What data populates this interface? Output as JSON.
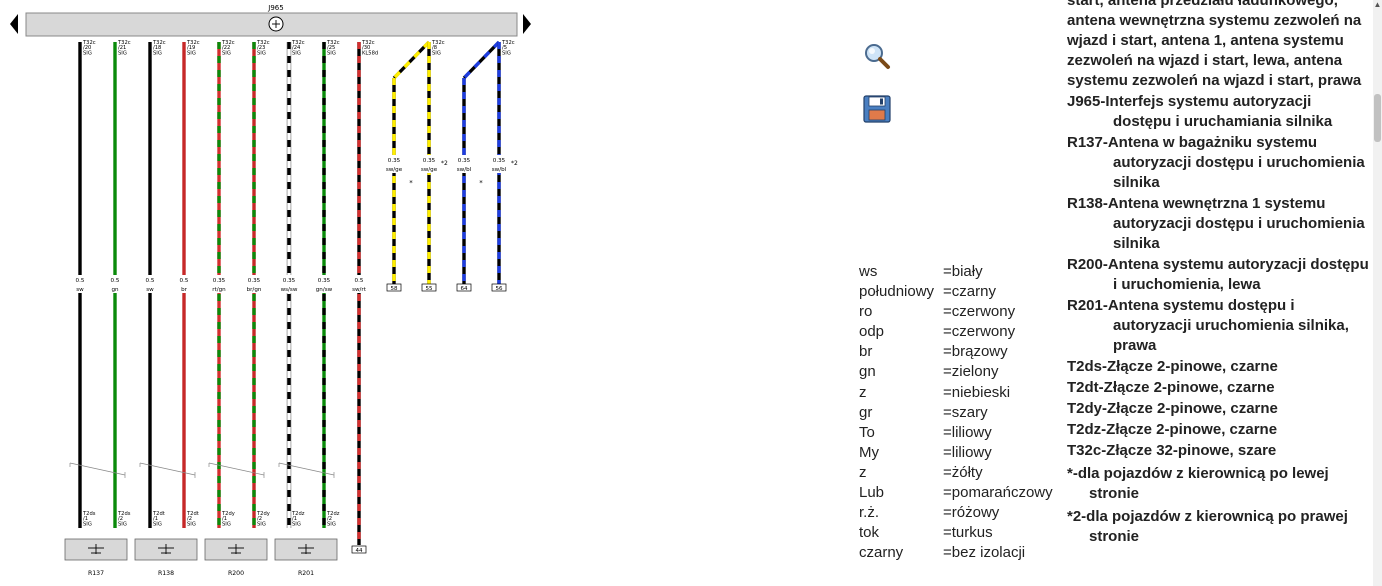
{
  "diagram": {
    "control_unit": {
      "code": "J965"
    },
    "wires": [
      {
        "pin": "T32c\n/20\nSIG",
        "section": "0.5",
        "color_code": "sw",
        "colors": [
          "#000000"
        ]
      },
      {
        "pin": "T32c\n/21\nSIG",
        "section": "0.5",
        "color_code": "gn",
        "colors": [
          "#0a8a0a"
        ]
      },
      {
        "pin": "T32c\n/18\nSIG",
        "section": "0.5",
        "color_code": "sw",
        "colors": [
          "#000000"
        ]
      },
      {
        "pin": "T32c\n/19\nSIG",
        "section": "0.5",
        "color_code": "br",
        "colors": [
          "#c62828"
        ]
      },
      {
        "pin": "T32c\n/22\nSIG",
        "section": "0.35",
        "color_code": "rt/gn",
        "colors": [
          "#d32f2f",
          "#0a8a0a"
        ]
      },
      {
        "pin": "T32c\n/23\nSIG",
        "section": "0.35",
        "color_code": "br/gn",
        "colors": [
          "#c62828",
          "#0a8a0a"
        ]
      },
      {
        "pin": "T32c\n/24\nSIG",
        "section": "0.35",
        "color_code": "ws/sw",
        "colors": [
          "#ffffff",
          "#000000"
        ]
      },
      {
        "pin": "T32c\n/25\nSIG",
        "section": "0.35",
        "color_code": "gn/sw",
        "colors": [
          "#0a8a0a",
          "#000000"
        ]
      },
      {
        "pin": "T32c\n/30\nKL58d",
        "section": "0.5",
        "color_code": "sw/rt",
        "colors": [
          "#000000",
          "#d32f2f"
        ]
      },
      {
        "pin": "",
        "section": "0.35",
        "color_code": "sw/ge",
        "colors": [
          "#000000",
          "#ffee00"
        ]
      },
      {
        "pin": "T32c\n/8\nSIG",
        "section": "0.35",
        "color_code": "sw/ge",
        "colors": [
          "#000000",
          "#ffee00"
        ],
        "note": "*2"
      },
      {
        "pin": "",
        "section": "0.35",
        "color_code": "sw/bl",
        "colors": [
          "#000000",
          "#1e3de0"
        ]
      },
      {
        "pin": "T32c\n/5\nSIG",
        "section": "0.35",
        "color_code": "sw/bl",
        "colors": [
          "#000000",
          "#1e3de0"
        ],
        "note": "*2"
      }
    ],
    "dots": [
      "*",
      "*"
    ],
    "ground_terminal": "44",
    "references": [
      "58",
      "55",
      "64",
      "56"
    ],
    "connector_pins": [
      {
        "pin": "T2ds\n/1\nSIG"
      },
      {
        "pin": "T2ds\n/2\nSIG"
      },
      {
        "pin": "T2dt\n/1\nSIG"
      },
      {
        "pin": "T2dt\n/2\nSIG"
      },
      {
        "pin": "T2dy\n/1\nSIG"
      },
      {
        "pin": "T2dy\n/2\nSIG"
      },
      {
        "pin": "T2dz\n/1\nSIG"
      },
      {
        "pin": "T2dz\n/2\nSIG"
      }
    ],
    "antennas": [
      {
        "label": "R137"
      },
      {
        "label": "R138"
      },
      {
        "label": "R200"
      },
      {
        "label": "R201"
      }
    ]
  },
  "toolbar": {
    "zoom_icon": "magnifier-icon",
    "save_icon": "floppy-disk-icon"
  },
  "color_legend": [
    {
      "abbr": "ws",
      "name": "=biały"
    },
    {
      "abbr": "południowy",
      "name": "=czarny"
    },
    {
      "abbr": "ro",
      "name": "=czerwony"
    },
    {
      "abbr": "odp",
      "name": "=czerwony"
    },
    {
      "abbr": "br",
      "name": "=brązowy"
    },
    {
      "abbr": "gn",
      "name": "=zielony"
    },
    {
      "abbr": "z",
      "name": "=niebieski"
    },
    {
      "abbr": "gr",
      "name": "=szary"
    },
    {
      "abbr": "To",
      "name": "=liliowy"
    },
    {
      "abbr": "My",
      "name": "=liliowy"
    },
    {
      "abbr": "z",
      "name": "=żółty"
    },
    {
      "abbr": "Lub",
      "name": "=pomarańczowy"
    },
    {
      "abbr": "r.ż.",
      "name": "=różowy"
    },
    {
      "abbr": "tok",
      "name": "=turkus"
    },
    {
      "abbr": "czarny",
      "name": "=bez izolacji"
    }
  ],
  "component_legend": {
    "lead_text": "start, antena przedziału ładunkowego, antena wewnętrzna systemu zezwoleń na wjazd i start, antena 1, antena systemu zezwoleń na wjazd i start, lewa, antena systemu zezwoleń na wjazd i start, prawa",
    "items": [
      "J965-Interfejs systemu autoryzacji dostępu i uruchamiania silnika",
      "R137-Antena w bagażniku systemu autoryzacji dostępu i uruchomienia silnika",
      "R138-Antena wewnętrzna 1 systemu autoryzacji dostępu i uruchomienia silnika",
      "R200-Antena systemu autoryzacji dostępu i uruchomienia, lewa",
      "R201-Antena systemu dostępu i autoryzacji uruchomienia silnika, prawa",
      "T2ds-Złącze 2-pinowe, czarne",
      "T2dt-Złącze 2-pinowe, czarne",
      "T2dy-Złącze 2-pinowe, czarne",
      "T2dz-Złącze 2-pinowe, czarne",
      "T32c-Złącze 32-pinowe, szare"
    ],
    "notes": [
      "*-dla pojazdów z kierownicą po lewej stronie",
      "*2-dla pojazdów z kierownicą po prawej stronie"
    ]
  }
}
